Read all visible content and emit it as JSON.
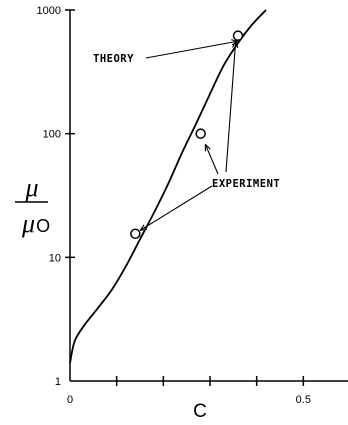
{
  "chart_data": {
    "type": "line",
    "title": "",
    "xlabel": "C",
    "ylabel": {
      "numerator": "μ",
      "denominator": "μ",
      "denominator_subscript": "O"
    },
    "xlim": [
      0,
      0.6
    ],
    "ylim": [
      1,
      1000
    ],
    "yscale": "log",
    "x_ticks": [
      {
        "value": 0,
        "label": "0"
      },
      {
        "value": 0.1,
        "label": ""
      },
      {
        "value": 0.2,
        "label": ""
      },
      {
        "value": 0.3,
        "label": ""
      },
      {
        "value": 0.4,
        "label": ""
      },
      {
        "value": 0.5,
        "label": "0.5"
      }
    ],
    "y_ticks": [
      {
        "value": 1,
        "label": "1"
      },
      {
        "value": 10,
        "label": "10"
      },
      {
        "value": 100,
        "label": "100"
      },
      {
        "value": 1000,
        "label": "1000"
      }
    ],
    "grid": false,
    "series": [
      {
        "name": "THEORY",
        "kind": "line",
        "x": [
          0,
          0.01,
          0.03,
          0.06,
          0.09,
          0.12,
          0.15,
          0.18,
          0.21,
          0.24,
          0.27,
          0.3,
          0.33,
          0.36,
          0.39,
          0.42
        ],
        "y": [
          1.4,
          2.1,
          2.8,
          3.9,
          5.5,
          8.5,
          14,
          23,
          39,
          70,
          120,
          210,
          360,
          540,
          760,
          1000
        ]
      },
      {
        "name": "EXPERIMENT",
        "kind": "scatter",
        "marker": "open-circle",
        "x": [
          0.14,
          0.28,
          0.36
        ],
        "y": [
          15.5,
          100,
          620
        ]
      }
    ],
    "annotations": [
      {
        "text": "THEORY",
        "target_series": "THEORY",
        "target": {
          "x": 0.36,
          "y": 560
        }
      },
      {
        "text": "EXPERIMENT",
        "target_series": "EXPERIMENT",
        "targets": [
          {
            "x": 0.15,
            "y": 16.5
          },
          {
            "x": 0.29,
            "y": 82
          },
          {
            "x": 0.355,
            "y": 560
          }
        ]
      }
    ]
  }
}
